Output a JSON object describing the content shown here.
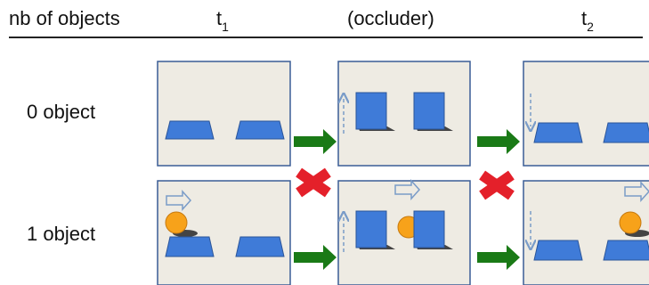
{
  "header": {
    "col0": "nb of objects",
    "col1_base": "t",
    "col1_sub": "1",
    "col2": "(occluder)",
    "col3_base": "t",
    "col3_sub": "2"
  },
  "rows": [
    {
      "label": "0 object"
    },
    {
      "label": "1 object"
    }
  ],
  "colors": {
    "panel_fill": "#eeebe3",
    "panel_border": "#3a5d96",
    "shape_blue": "#3f7bd8",
    "shape_border": "#2b5599",
    "ball_orange": "#f7a21a",
    "shadow": "#444444",
    "green_arrow": "#1a7a16",
    "red_cross": "#e4202a",
    "motion_arrow": "#7a9cc8"
  }
}
